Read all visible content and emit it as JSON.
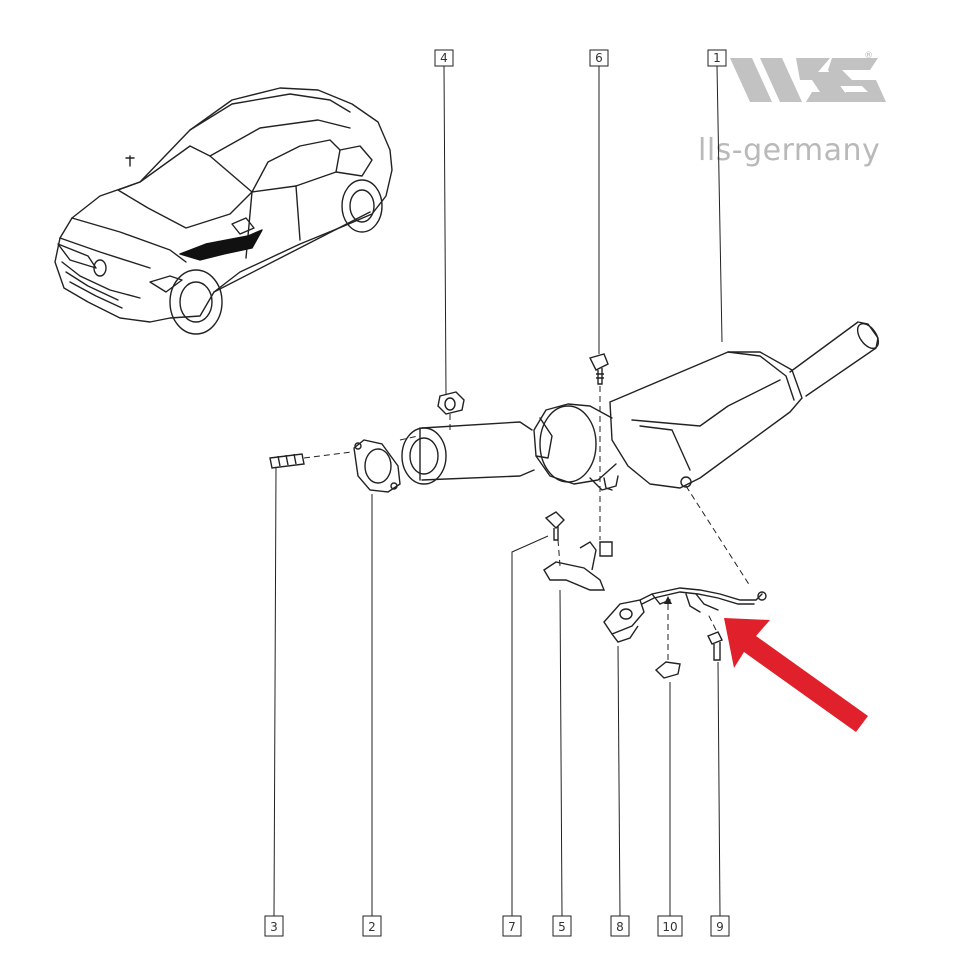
{
  "brand": {
    "name": "lls-germany",
    "registered_mark": "®",
    "logo_color": "#c2c2c2"
  },
  "callouts": [
    {
      "id": "1",
      "label": "1"
    },
    {
      "id": "2",
      "label": "2"
    },
    {
      "id": "3",
      "label": "3"
    },
    {
      "id": "4",
      "label": "4"
    },
    {
      "id": "5",
      "label": "5"
    },
    {
      "id": "6",
      "label": "6"
    },
    {
      "id": "7",
      "label": "7"
    },
    {
      "id": "8",
      "label": "8"
    },
    {
      "id": "9",
      "label": "9"
    },
    {
      "id": "10",
      "label": "10"
    }
  ],
  "highlight": {
    "arrow_color": "#e0202a",
    "points_to": "9"
  },
  "line_color": "#222222"
}
